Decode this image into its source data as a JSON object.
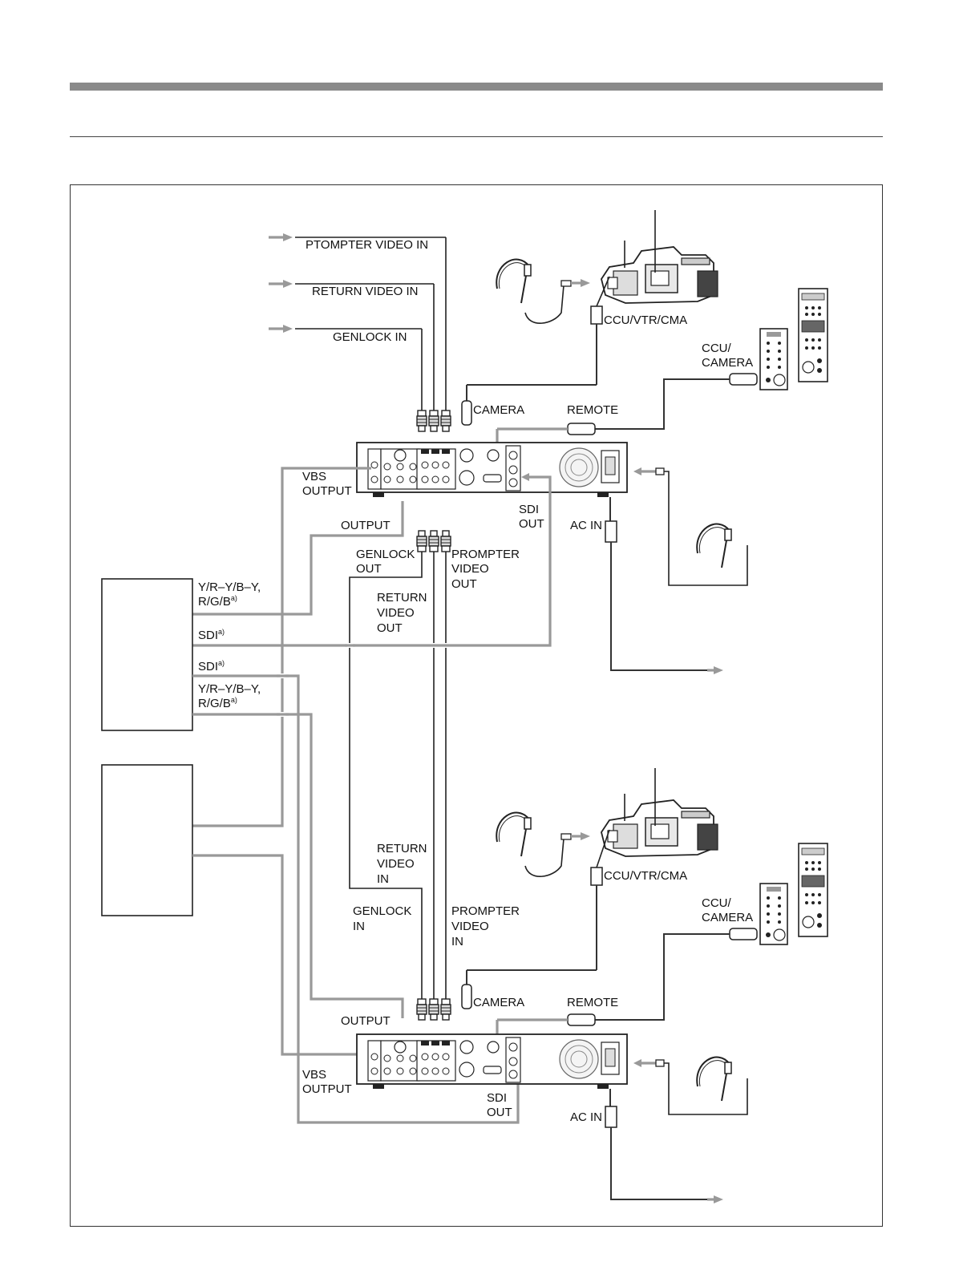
{
  "labels": {
    "prompter_video_in": "PTOMPTER VIDEO IN",
    "return_video_in": "RETURN VIDEO IN",
    "genlock_in": "GENLOCK IN",
    "ccu_vtr_cma": "CCU/VTR/CMA",
    "ccu": "CCU/",
    "camera_word": "CAMERA",
    "camera": "CAMERA",
    "remote": "REMOTE",
    "vbs": "VBS",
    "output": "OUTPUT",
    "sdi": "SDI",
    "out": "OUT",
    "ac_in": "AC IN",
    "genlock": "GENLOCK",
    "in": "IN",
    "prompter": "PROMPTER",
    "return": "RETURN",
    "video": "VIDEO",
    "yrb": "Y/R–Y/B–Y,",
    "rgb": "R/G/B",
    "sdi_label": "SDI",
    "footnote": "a)"
  },
  "colors": {
    "signal_line": "#999999",
    "cable_line": "#333333",
    "header_bar": "#8a8a8a"
  }
}
